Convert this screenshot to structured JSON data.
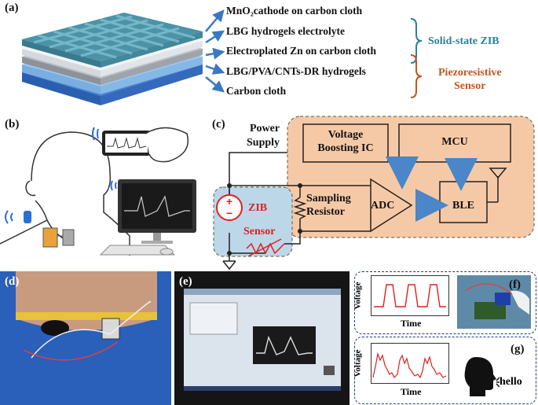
{
  "panels": {
    "a": "(a)",
    "b": "(b)",
    "c": "(c)",
    "d": "(d)",
    "e": "(e)",
    "f": "(f)",
    "g": "(g)"
  },
  "panel_a": {
    "layers": [
      "MnO₂cathode on carbon cloth",
      "LBG hydrogels electrolyte",
      "Electroplated Zn on carbon cloth",
      "LBG/PVA/CNTs-DR hydrogels",
      "Carbon cloth"
    ],
    "group_zib": "Solid-state ZIB",
    "group_sensor_line1": "Piezoresistive",
    "group_sensor_line2": "Sensor",
    "colors": {
      "zib": "#2e7f9a",
      "sensor": "#c0561f",
      "arrow": "#3a78c2"
    }
  },
  "panel_c": {
    "power_supply_line1": "Power",
    "power_supply_line2": "Supply",
    "voltage_boost_line1": "Voltage",
    "voltage_boost_line2": "Boosting IC",
    "mcu": "MCU",
    "sampling_line1": "Sampling",
    "sampling_line2": "Resistor",
    "adc": "ADC",
    "ble": "BLE",
    "zib": "ZIB",
    "sensor": "Sensor",
    "colors": {
      "system_bg": "#f6c9a6",
      "sensor_bg": "#bcd7e8",
      "red": "#e02020",
      "arrow": "#4a86c8"
    }
  },
  "panel_f": {
    "ylabel": "Voltage",
    "xlabel": "Time"
  },
  "panel_g": {
    "ylabel": "Voltage",
    "xlabel": "Time",
    "speech": "hello"
  }
}
